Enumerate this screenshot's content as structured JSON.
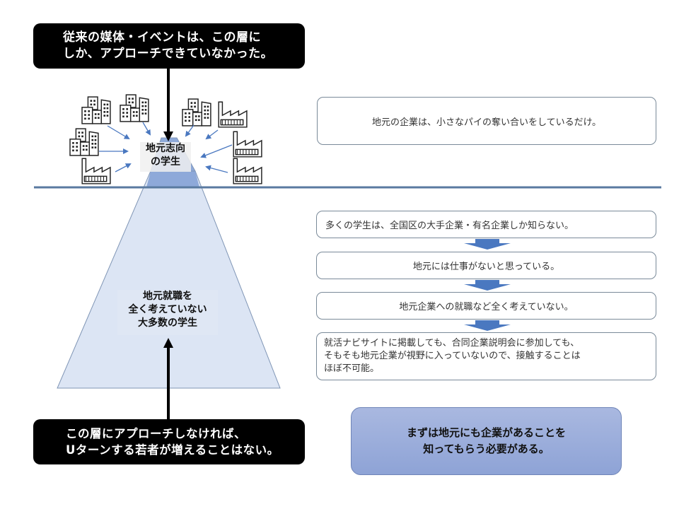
{
  "top_callout": {
    "lines": [
      "従来の媒体・イベントは、この層に",
      "しか、アプローチできていなかった。"
    ]
  },
  "top_layer_label": {
    "lines": [
      "地元志向",
      "の学生"
    ]
  },
  "bottom_layer_label": {
    "lines": [
      "地元就職を",
      "全く考えていない",
      "大多数の学生"
    ]
  },
  "bottom_callout": {
    "lines": [
      "この層にアプローチしなければ、",
      "Uターンする若者が増えることはない。"
    ]
  },
  "top_note": "地元の企業は、小さなパイの奪い合いをしているだけ。",
  "flow": [
    {
      "lines": [
        "多くの学生は、全国区の大手企業・有名企業しか知らない。"
      ]
    },
    {
      "lines": [
        "地元には仕事がないと思っている。"
      ]
    },
    {
      "lines": [
        "地元企業への就職など全く考えていない。"
      ]
    },
    {
      "lines": [
        "就活ナビサイトに掲載しても、合同企業説明会に参加しても、",
        "そもそも地元企業が視野に入っていないので、接触することは",
        "ほぼ不可能。"
      ]
    }
  ],
  "conclusion": {
    "lines": [
      "まずは地元にも企業があることを",
      "知ってもらう必要がある。"
    ]
  },
  "icons": {
    "left": [
      "office-buildings-icon",
      "office-buildings-icon",
      "office-buildings-icon",
      "factory-icon"
    ],
    "right": [
      "office-buildings-icon",
      "factory-icon",
      "factory-icon",
      "factory-icon"
    ]
  },
  "colors": {
    "divider": "#5a7aa0",
    "pyramid_fill": "#dce5f4",
    "pyramid_top_fill": "#8ea9d9",
    "arrow_blue": "#4a78c0",
    "callout_bg": "#000000",
    "conclusion_fill": "#9aaedb"
  }
}
